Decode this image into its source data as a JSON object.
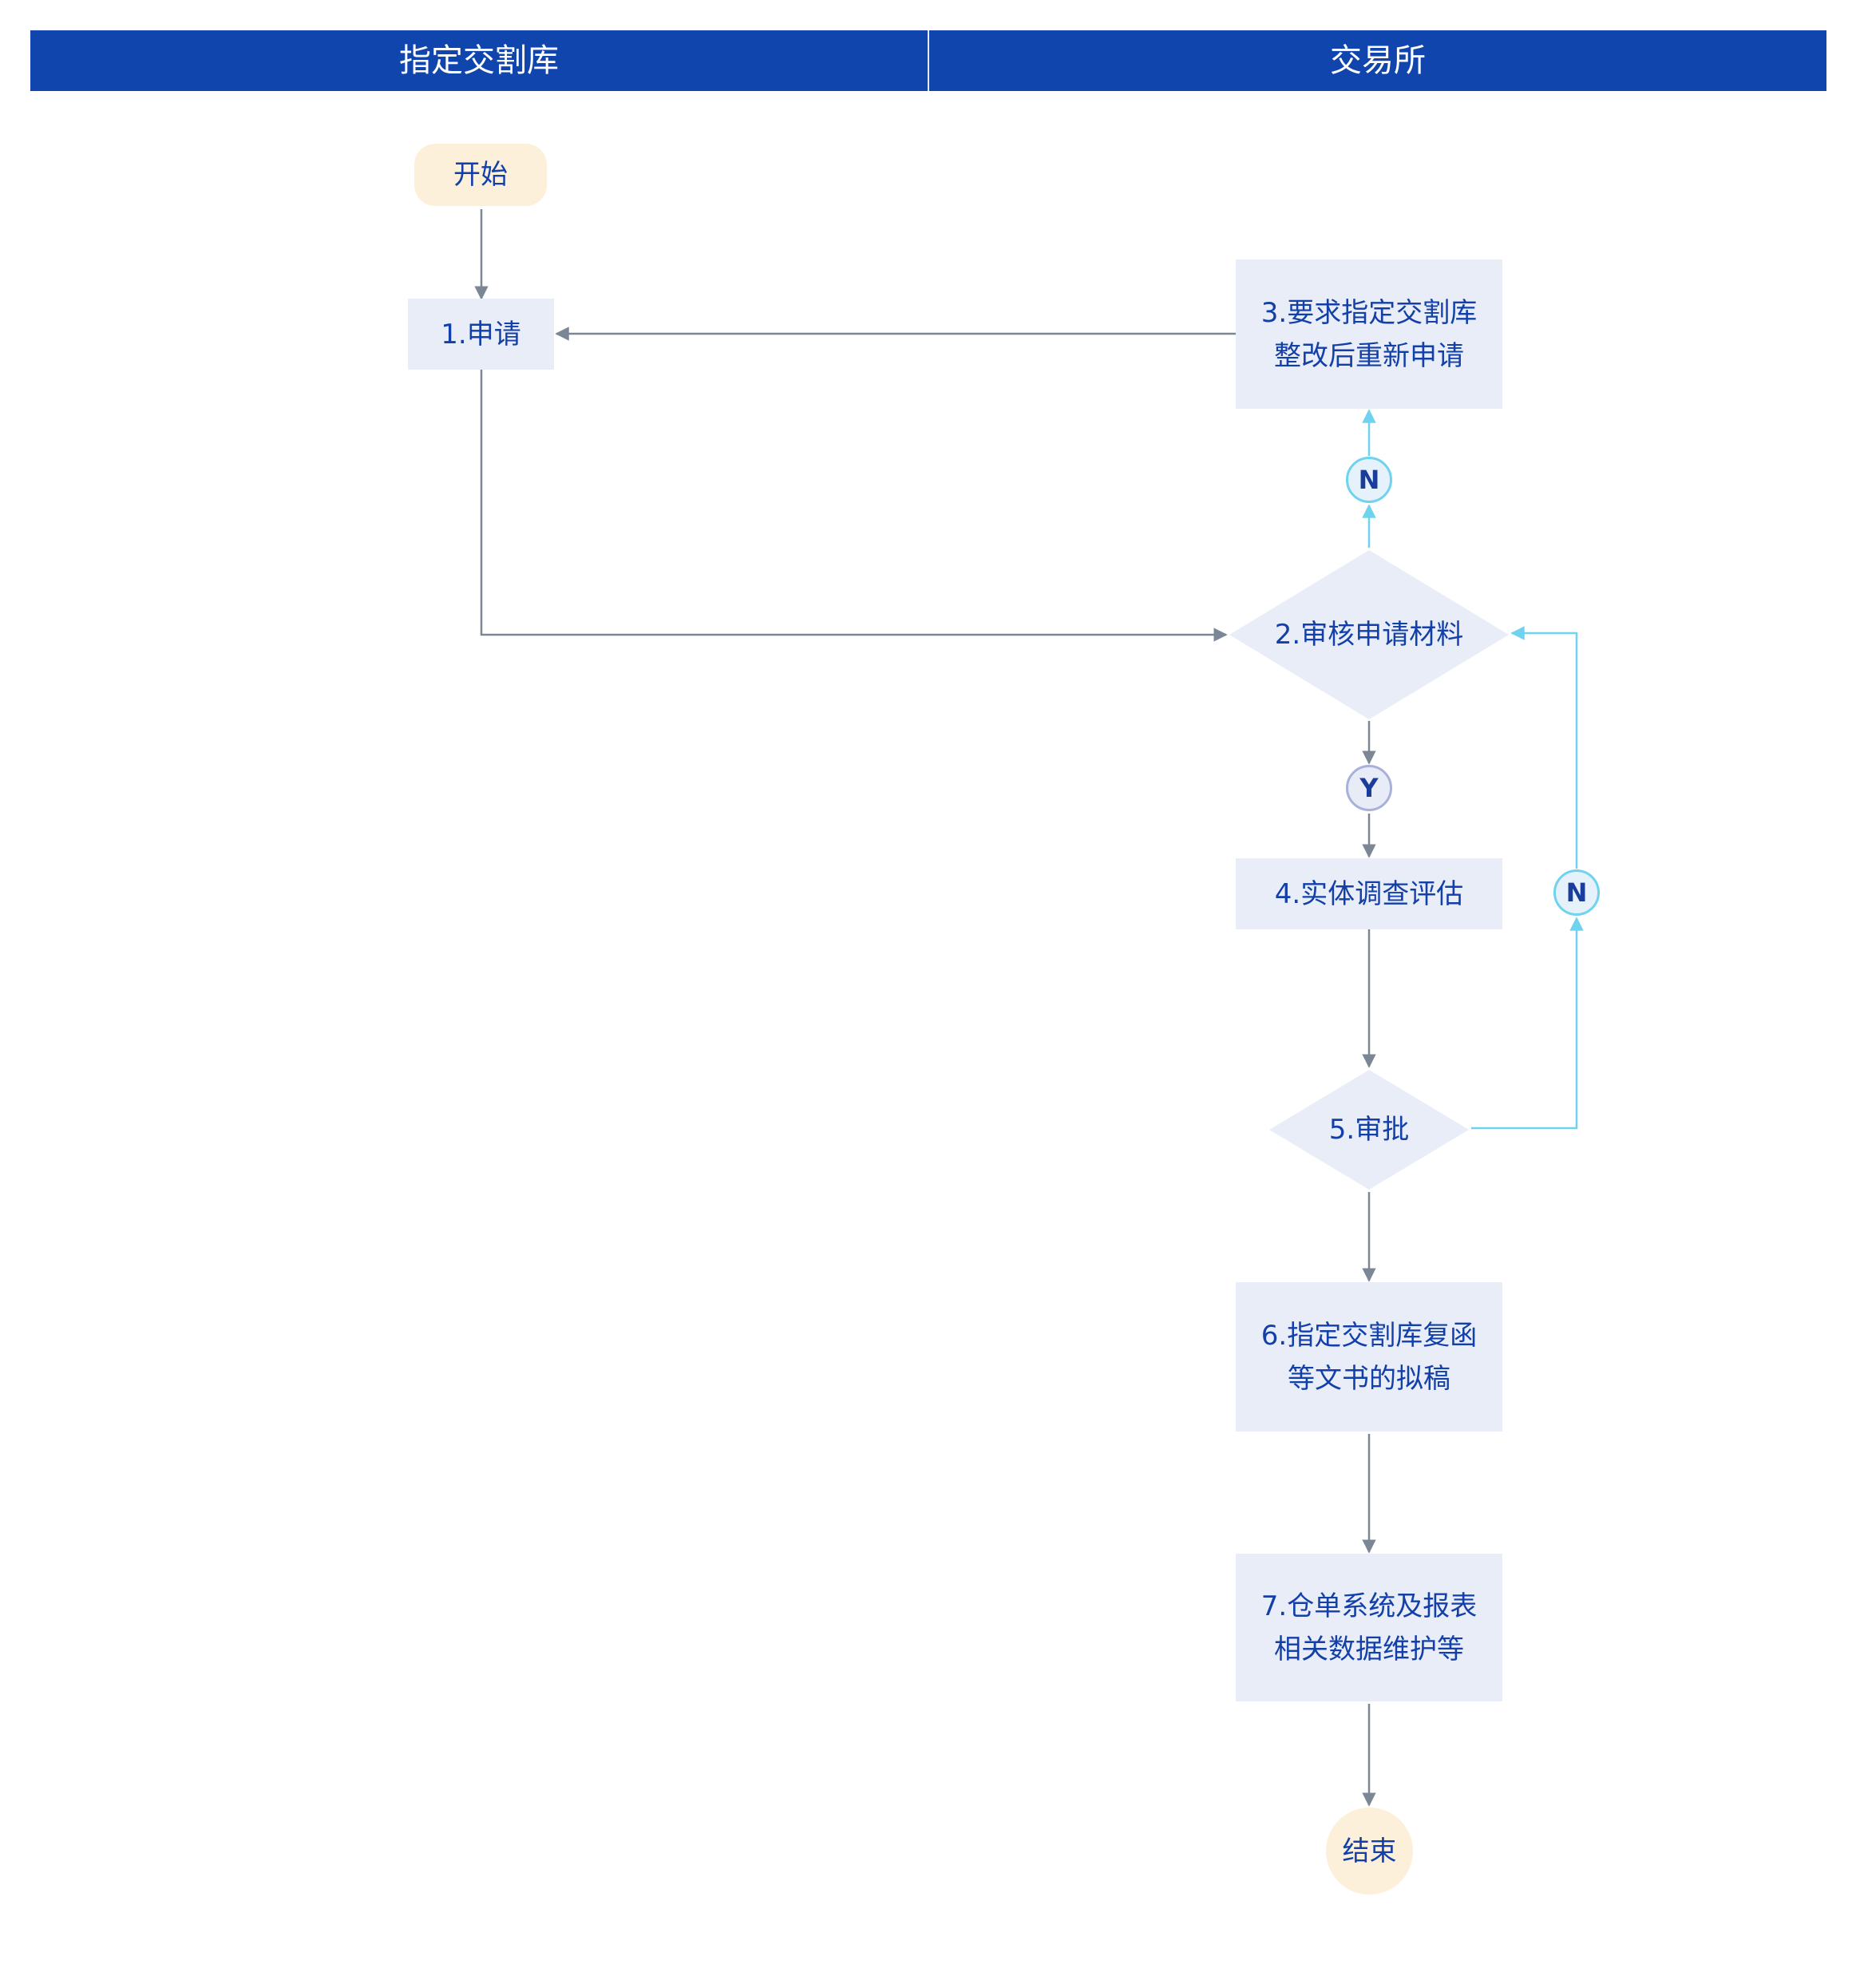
{
  "lanes": [
    {
      "title": "指定交割库"
    },
    {
      "title": "交易所"
    }
  ],
  "nodes": {
    "start": "开始",
    "apply": "1.申请",
    "review": "2.审核申请材料",
    "rectify": "3.要求指定交割库\n整改后重新申请",
    "survey": "4.实体调查评估",
    "approve": "5.审批",
    "draft": "6.指定交割库复函\n等文书的拟稿",
    "maintain": "7.仓单系统及报表\n相关数据维护等",
    "end": "结束"
  },
  "badges": {
    "n_top": "N",
    "y": "Y",
    "n_right": "N"
  },
  "colors": {
    "header": "#1045ad",
    "node_fill": "#e8edf8",
    "terminal_fill": "#fdf0da",
    "text": "#1340a8",
    "gray_edge": "#7c8796",
    "cyan_edge": "#6fd3ef"
  }
}
